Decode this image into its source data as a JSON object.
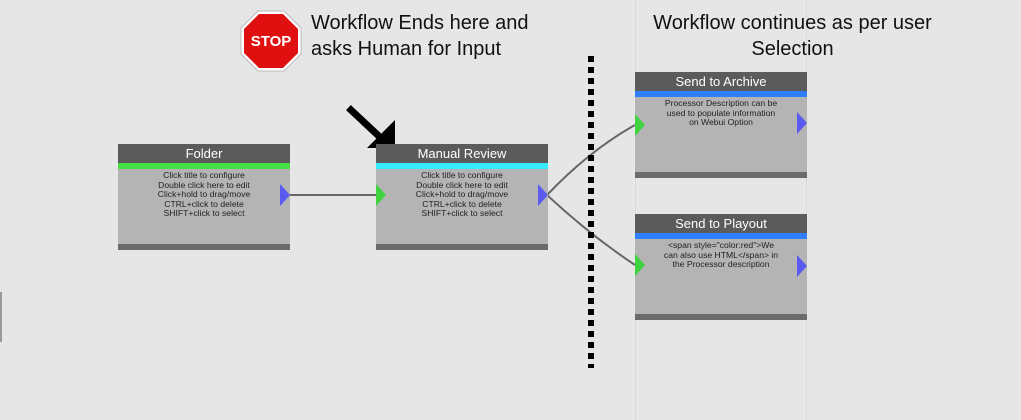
{
  "annotations": {
    "stop_sign_text": "STOP",
    "left_caption_line1": "Workflow Ends here and",
    "left_caption_line2": "asks Human for Input",
    "right_caption_line1": "Workflow continues as per user",
    "right_caption_line2": "Selection"
  },
  "nodes": {
    "folder": {
      "title": "Folder",
      "accent_color": "#44e044",
      "body": "Click title to configure\nDouble click here to edit\nClick+hold to drag/move\nCTRL+click to delete\nSHIFT+click to select"
    },
    "manual_review": {
      "title": "Manual Review",
      "accent_color": "#33eaff",
      "body": "Click title to configure\nDouble click here to edit\nClick+hold to drag/move\nCTRL+click to delete\nSHIFT+click to select"
    },
    "send_to_archive": {
      "title": "Send to Archive",
      "accent_color": "#2f7fff",
      "body": "Processor Description can be\nused to populate information\non Webui Option"
    },
    "send_to_playout": {
      "title": "Send to Playout",
      "accent_color": "#2f7fff",
      "body": "<span style=\"color:red\">We\ncan also use HTML</span> in\nthe Processor description"
    }
  },
  "colors": {
    "canvas": "#e6e6e6",
    "node_body": "#b4b4b4",
    "node_title": "#5b5b5b",
    "input_port": "#3fd43f",
    "output_port": "#5a5af0",
    "link": "#666666",
    "stop_red": "#e01010"
  }
}
